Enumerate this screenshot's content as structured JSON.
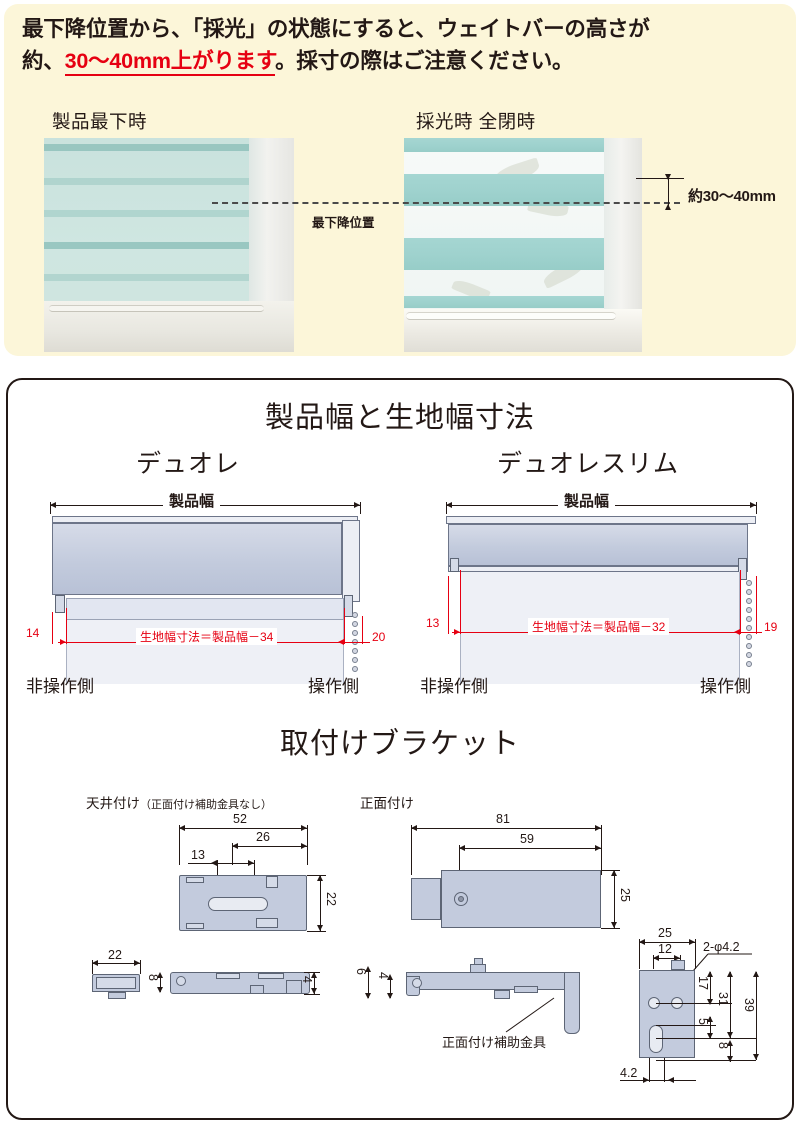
{
  "notice": {
    "line1_a": "最下降位置から、「採光」の状態にすると、ウェイトバーの高さが",
    "line2_a": "約、",
    "line2_red": "30〜40mm上がります",
    "line2_b": "。採寸の際はご注意ください。",
    "background_color": "#fcf6d9",
    "accent_color": "#e60012"
  },
  "photos": {
    "left_caption": "製品最下時",
    "right_caption": "採光時 全閉時",
    "baseline_label": "最下降位置",
    "gap_label": "約30〜40mm"
  },
  "width_section": {
    "title": "製品幅と生地幅寸法",
    "left": {
      "name": "デュオレ",
      "product_width_label": "製品幅",
      "fabric_formula": "生地幅寸法＝製品幅－34",
      "left_margin": "14",
      "right_margin": "20",
      "non_operation_side": "非操作側",
      "operation_side": "操作側"
    },
    "right": {
      "name": "デュオレスリム",
      "product_width_label": "製品幅",
      "fabric_formula": "生地幅寸法＝製品幅－32",
      "left_margin": "13",
      "right_margin": "19",
      "non_operation_side": "非操作側",
      "operation_side": "操作側"
    }
  },
  "bracket_section": {
    "title": "取付けブラケット",
    "ceiling": {
      "title_main": "天井付け",
      "title_note": "（正面付け補助金具なし）",
      "dims": {
        "d52": "52",
        "d26": "26",
        "d13": "13",
        "d22_height": "22",
        "d22_width": "22",
        "d8": "8",
        "d4": "4"
      }
    },
    "face": {
      "title": "正面付け",
      "helper_label": "正面付け補助金具",
      "dims": {
        "d81": "81",
        "d59": "59",
        "d25_height": "25",
        "d6": "6",
        "d4": "4",
        "d25_width": "25",
        "d12": "12",
        "hole_callout": "2-φ4.2",
        "d17": "17",
        "d31": "31",
        "d39": "39",
        "d5": "5",
        "d8": "8",
        "d42": "4.2"
      }
    }
  }
}
